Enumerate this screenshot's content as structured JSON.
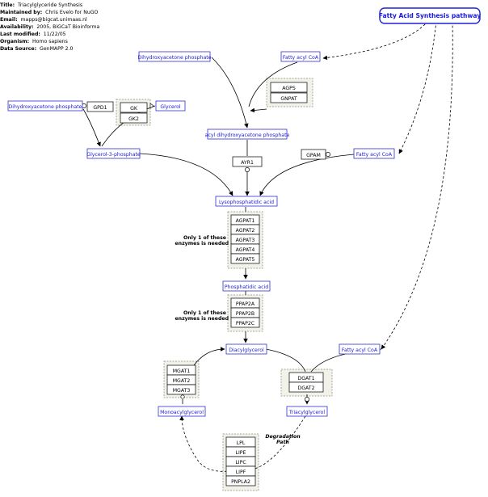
{
  "header": {
    "title_label": "Title:",
    "title": "Triacylglyceride Synthesis",
    "maintainer_label": "Maintained by:",
    "maintainer": "Chris Evelo for NuGO",
    "email_label": "Email:",
    "email": "mapps@bigcat.unimaas.nl",
    "availability_label": "Availability:",
    "availability": "2005, BiGCaT Bioinforma",
    "modified_label": "Last modified:",
    "modified": "11/22/05",
    "organism_label": "Organism:",
    "organism": "Homo sapiens",
    "source_label": "Data Source:",
    "source": "GenMAPP 2.0"
  },
  "pathway_link": "Fatty Acid Synthesis pathway",
  "metabolites": {
    "dhap_top": "Dihydroxyacetone phosphate",
    "fatty_acyl_coa_1": "Fatty acyl CoA",
    "dhap_left": "Dihydroxyacetone phosphate",
    "glycerol": "Glycerol",
    "acyl_dhap": "acyl dihydroxyacetone phosphate",
    "glycerol_3_phosphate": "Glycerol-3-phosphate",
    "fatty_acyl_coa_2": "Fatty acyl CoA",
    "lysophosphatidic_acid": "Lysophosphatidic acid",
    "phosphatidic_acid": "Phosphatidic acid",
    "diacylglycerol": "Diacylglycerol",
    "fatty_acyl_coa_3": "Fatty acyl CoA",
    "monoacylglycerol": "Monoacylglycerol",
    "triacylglycerol": "Triacylglycerol"
  },
  "genes": {
    "agps": "AGPS",
    "gnpat": "GNPAT",
    "gpd1": "GPD1",
    "gk": "GK",
    "gk2": "GK2",
    "ayr1": "AYR1",
    "gpam": "GPAM",
    "agpat": [
      "AGPAT1",
      "AGPAT2",
      "AGPAT3",
      "AGPAT4",
      "AGPAT5"
    ],
    "ppap": [
      "PPAP2A",
      "PPAP2B",
      "PPAP2C"
    ],
    "mgat": [
      "MGAT1",
      "MGAT2",
      "MGAT3"
    ],
    "dgat": [
      "DGAT1",
      "DGAT2"
    ],
    "lipases": [
      "LPL",
      "LIPE",
      "LIPC",
      "LIPF",
      "PNPLA2"
    ]
  },
  "notes": {
    "only_one_line1": "Only 1 of these",
    "only_one_line2": "enzymes is needed",
    "degradation_line1": "Degradation",
    "degradation_line2": "Path"
  }
}
